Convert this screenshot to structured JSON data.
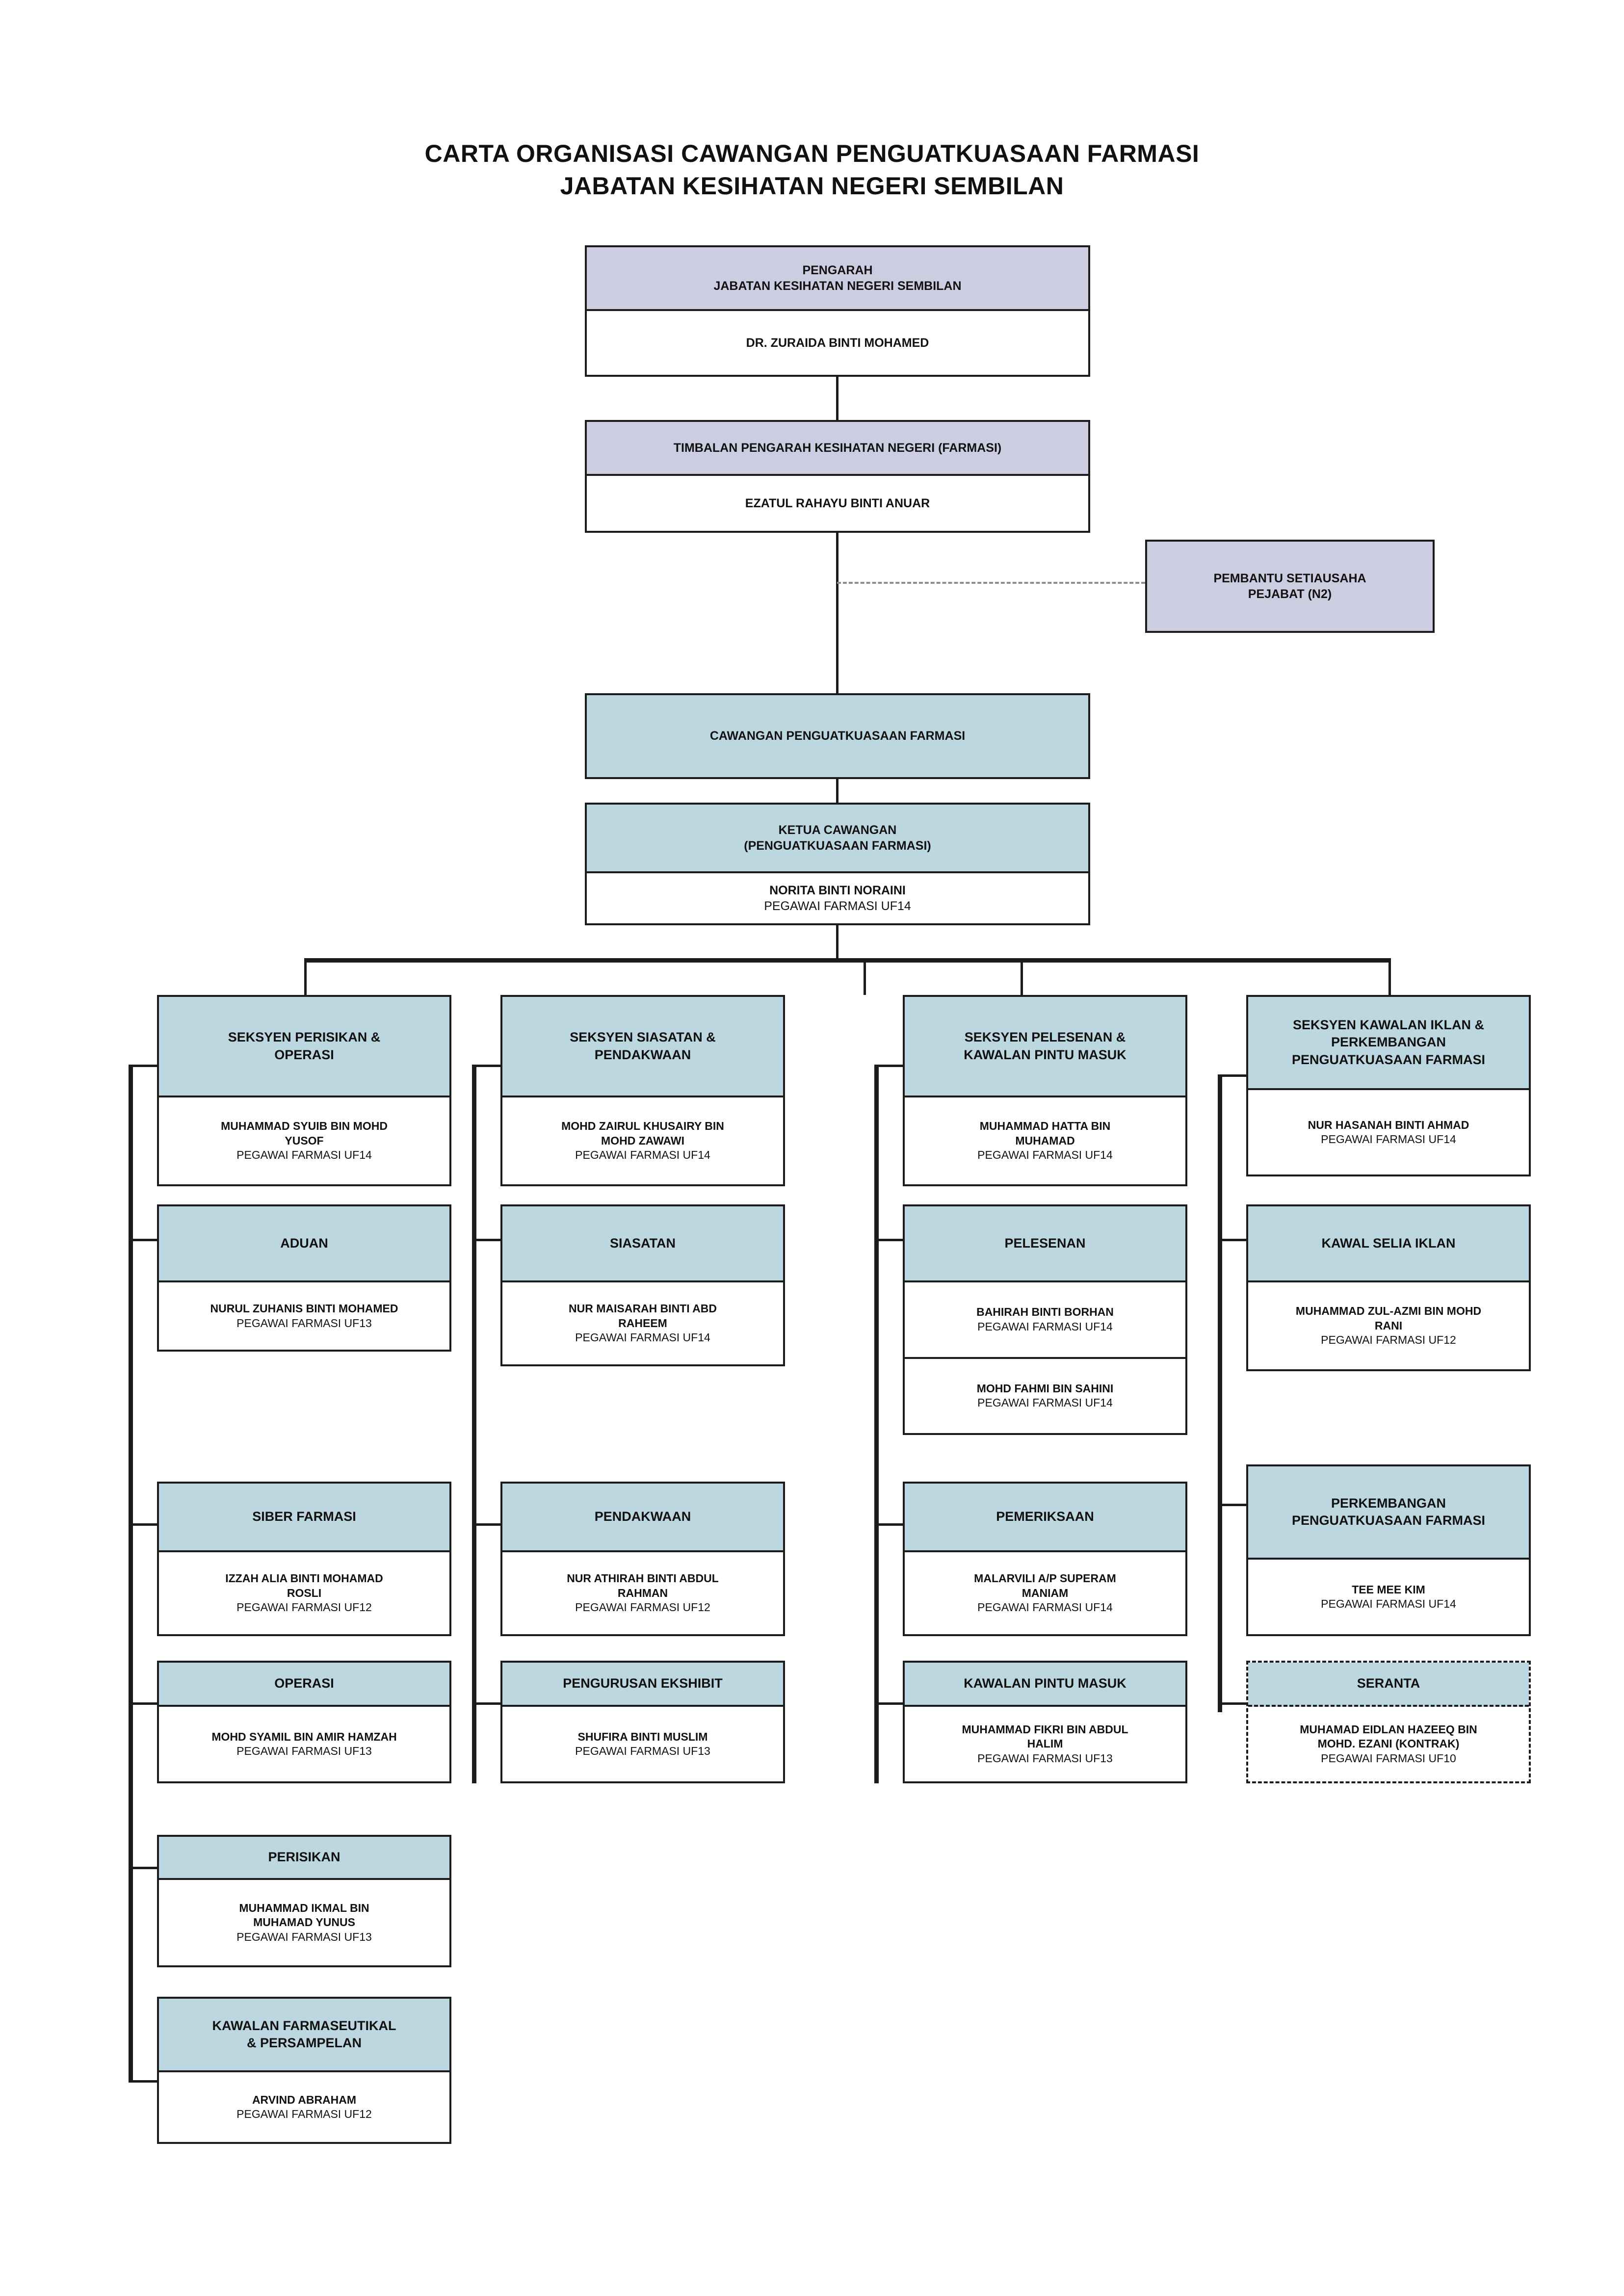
{
  "title": {
    "line1": "CARTA ORGANISASI CAWANGAN PENGUATKUASAAN FARMASI",
    "line2": "JABATAN KESIHATAN NEGERI SEMBILAN"
  },
  "colors": {
    "header_lavender": "#cdcde1",
    "header_blue": "#bdd7e0",
    "border": "#1c1c1c",
    "page_background": "#ffffff"
  },
  "top": {
    "pengarah": {
      "head_line1": "PENGARAH",
      "head_line2": "JABATAN KESIHATAN NEGERI SEMBILAN",
      "name": "DR. ZURAIDA BINTI MOHAMED"
    },
    "timbalan": {
      "head": "TIMBALAN PENGARAH KESIHATAN NEGERI (FARMASI)",
      "name": "EZATUL RAHAYU BINTI ANUAR"
    },
    "pembantu": {
      "head_line1": "PEMBANTU SETIAUSAHA",
      "head_line2": "PEJABAT (N2)"
    },
    "cawangan": {
      "head": "CAWANGAN PENGUATKUASAAN FARMASI"
    },
    "ketua": {
      "head_line1": "KETUA CAWANGAN",
      "head_line2": "(PENGUATKUASAAN FARMASI)",
      "name": "NORITA BINTI NORAINI",
      "grade": "PEGAWAI FARMASI UF14"
    }
  },
  "sections": [
    {
      "id": "perisikan-operasi",
      "head_lines": [
        "SEKSYEN PERISIKAN &",
        "OPERASI"
      ],
      "name_lines": [
        "MUHAMMAD SYUIB BIN MOHD",
        "YUSOF"
      ],
      "grade": "PEGAWAI FARMASI UF14",
      "children": [
        {
          "id": "aduan",
          "head_lines": [
            "ADUAN"
          ],
          "name_lines": [
            "NURUL ZUHANIS BINTI MOHAMED"
          ],
          "grade": "PEGAWAI FARMASI UF13"
        },
        {
          "id": "siber-farmasi",
          "head_lines": [
            "SIBER FARMASI"
          ],
          "name_lines": [
            "IZZAH ALIA BINTI MOHAMAD",
            "ROSLI"
          ],
          "grade": "PEGAWAI FARMASI UF12"
        },
        {
          "id": "operasi",
          "head_lines": [
            "OPERASI"
          ],
          "name_lines": [
            "MOHD SYAMIL BIN AMIR HAMZAH"
          ],
          "grade": "PEGAWAI FARMASI UF13"
        },
        {
          "id": "perisikan",
          "head_lines": [
            "PERISIKAN"
          ],
          "name_lines": [
            "MUHAMMAD IKMAL BIN",
            "MUHAMAD YUNUS"
          ],
          "grade": "PEGAWAI FARMASI UF13"
        },
        {
          "id": "kawalan-farmaseutikal",
          "head_lines": [
            "KAWALAN FARMASEUTIKAL",
            "& PERSAMPELAN"
          ],
          "name_lines": [
            "ARVIND ABRAHAM"
          ],
          "grade": "PEGAWAI FARMASI UF12"
        }
      ]
    },
    {
      "id": "siasatan-pendakwaan",
      "head_lines": [
        "SEKSYEN SIASATAN &",
        "PENDAKWAAN"
      ],
      "name_lines": [
        "MOHD ZAIRUL KHUSAIRY BIN",
        "MOHD ZAWAWI"
      ],
      "grade": "PEGAWAI FARMASI UF14",
      "children": [
        {
          "id": "siasatan",
          "head_lines": [
            "SIASATAN"
          ],
          "name_lines": [
            "NUR MAISARAH  BINTI ABD",
            "RAHEEM"
          ],
          "grade": "PEGAWAI FARMASI UF14"
        },
        {
          "id": "pendakwaan",
          "head_lines": [
            "PENDAKWAAN"
          ],
          "name_lines": [
            "NUR ATHIRAH BINTI ABDUL",
            "RAHMAN"
          ],
          "grade": "PEGAWAI FARMASI UF12"
        },
        {
          "id": "pengurusan-ekshibit",
          "head_lines": [
            "PENGURUSAN EKSHIBIT"
          ],
          "name_lines": [
            "SHUFIRA BINTI MUSLIM"
          ],
          "grade": "PEGAWAI FARMASI UF13"
        }
      ]
    },
    {
      "id": "pelesenan-kawalan-pintu-masuk",
      "head_lines": [
        "SEKSYEN PELESENAN &",
        "KAWALAN PINTU MASUK"
      ],
      "name_lines": [
        "MUHAMMAD HATTA BIN",
        "MUHAMAD"
      ],
      "grade": "PEGAWAI FARMASI UF14",
      "children": [
        {
          "id": "pelesenan",
          "head_lines": [
            "PELESENAN"
          ],
          "name_lines": [
            "BAHIRAH BINTI BORHAN"
          ],
          "grade": "PEGAWAI FARMASI UF14",
          "name2_lines": [
            "MOHD FAHMI BIN SAHINI"
          ],
          "grade2": "PEGAWAI FARMASI UF14"
        },
        {
          "id": "pemeriksaan",
          "head_lines": [
            "PEMERIKSAAN"
          ],
          "name_lines": [
            "MALARVILI A/P SUPERAM",
            "MANIAM"
          ],
          "grade": "PEGAWAI FARMASI UF14"
        },
        {
          "id": "kawalan-pintu-masuk",
          "head_lines": [
            "KAWALAN PINTU MASUK"
          ],
          "name_lines": [
            "MUHAMMAD FIKRI BIN ABDUL",
            "HALIM"
          ],
          "grade": "PEGAWAI FARMASI UF13"
        }
      ]
    },
    {
      "id": "kawalan-iklan-perkembangan",
      "head_lines": [
        "SEKSYEN KAWALAN IKLAN &",
        "PERKEMBANGAN",
        "PENGUATKUASAAN FARMASI"
      ],
      "name_lines": [
        "NUR HASANAH BINTI AHMAD"
      ],
      "grade": "PEGAWAI FARMASI UF14",
      "children": [
        {
          "id": "kawal-selia-iklan",
          "head_lines": [
            "KAWAL SELIA IKLAN"
          ],
          "name_lines": [
            "MUHAMMAD ZUL-AZMI BIN MOHD",
            "RANI"
          ],
          "grade": "PEGAWAI FARMASI UF12"
        },
        {
          "id": "perkembangan-penguatkuasaan",
          "head_lines": [
            "PERKEMBANGAN",
            "PENGUATKUASAAN FARMASI"
          ],
          "name_lines": [
            "TEE MEE KIM"
          ],
          "grade": "PEGAWAI FARMASI UF14"
        },
        {
          "id": "seranta",
          "head_lines": [
            "SERANTA"
          ],
          "name_lines": [
            "MUHAMAD EIDLAN HAZEEQ BIN",
            "MOHD. EZANI (KONTRAK)"
          ],
          "grade": "PEGAWAI FARMASI UF10",
          "dashed": true
        }
      ]
    }
  ]
}
